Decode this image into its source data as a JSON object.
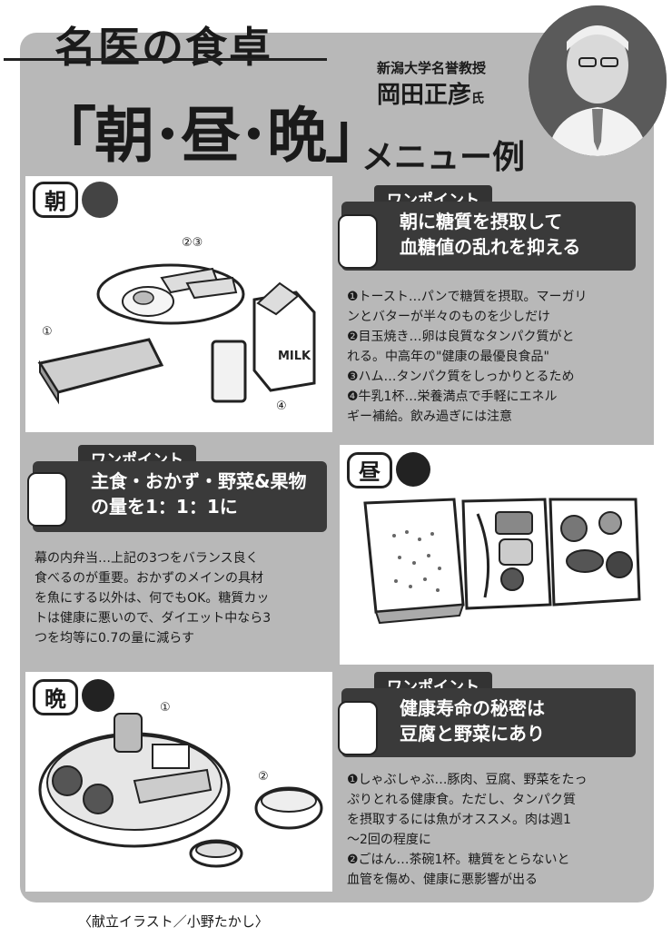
{
  "header": {
    "title_top": "名医の食卓",
    "title_big": "「朝･昼･晩」",
    "title_menu": "メニュー例",
    "affiliation": "新潟大学名誉教授",
    "professor_name": "岡田正彦",
    "honorific": "氏"
  },
  "morning": {
    "badge": "朝",
    "onepoint_tag": "ワンポイント",
    "onepoint_line1": "朝に糖質を摂取して",
    "onepoint_line2": "血糖値の乱れを抑える",
    "markers": [
      "①",
      "②③",
      "④"
    ],
    "milk_label": "MILK",
    "items": [
      "❶トースト…パンで糖質を摂取。マーガリ",
      "ンとバターが半々のものを少しだけ",
      "❷目玉焼き…卵は良質なタンパク質がと",
      "れる。中高年の\"健康の最優良食品\"",
      "❸ハム…タンパク質をしっかりとるため",
      "❹牛乳1杯…栄養満点で手軽にエネル",
      "ギー補給。飲み過ぎには注意"
    ]
  },
  "lunch": {
    "badge": "昼",
    "onepoint_tag": "ワンポイント",
    "onepoint_line1": "主食・おかず・野菜&果物",
    "onepoint_line2": "の量を1：1：1に",
    "items": [
      "幕の内弁当…上記の3つをバランス良く",
      "食べるのが重要。おかずのメインの具材",
      "を魚にする以外は、何でもOK。糖質カッ",
      "トは健康に悪いので、ダイエット中なら3",
      "つを均等に0.7の量に減らす"
    ]
  },
  "dinner": {
    "badge": "晩",
    "onepoint_tag": "ワンポイント",
    "onepoint_line1": "健康寿命の秘密は",
    "onepoint_line2": "豆腐と野菜にあり",
    "markers": [
      "①",
      "②"
    ],
    "items": [
      "❶しゃぶしゃぶ…豚肉、豆腐、野菜をたっ",
      "ぷりとれる健康食。ただし、タンパク質",
      "を摂取するには魚がオススメ。肉は週1",
      "〜2回の程度に",
      "❷ごはん…茶碗1杯。糖質をとらないと",
      "血管を傷め、健康に悪影響が出る"
    ]
  },
  "credit": "〈献立イラスト／小野たかし〉"
}
